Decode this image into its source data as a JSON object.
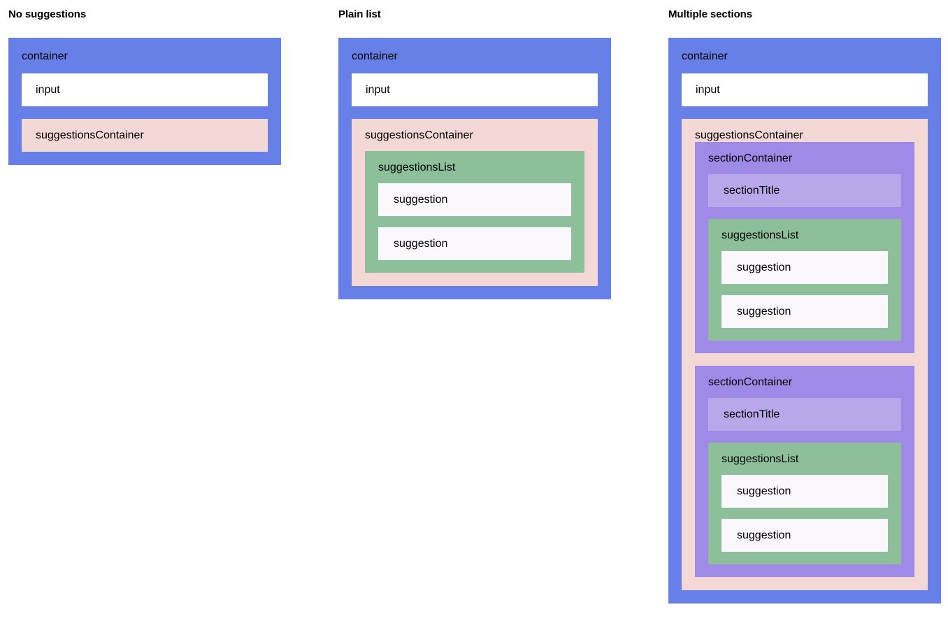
{
  "columns": [
    {
      "heading": "No suggestions",
      "container": {
        "label": "container",
        "input": {
          "label": "input"
        },
        "suggestions_container": {
          "label": "suggestionsContainer",
          "empty": true,
          "lists": [],
          "sections": []
        }
      }
    },
    {
      "heading": "Plain list",
      "container": {
        "label": "container",
        "input": {
          "label": "input"
        },
        "suggestions_container": {
          "label": "suggestionsContainer",
          "empty": false,
          "lists": [
            {
              "label": "suggestionsList",
              "suggestions": [
                {
                  "label": "suggestion"
                },
                {
                  "label": "suggestion"
                }
              ]
            }
          ],
          "sections": []
        }
      }
    },
    {
      "heading": "Multiple sections",
      "container": {
        "label": "container",
        "input": {
          "label": "input"
        },
        "suggestions_container": {
          "label": "suggestionsContainer",
          "empty": false,
          "lists": [],
          "sections": [
            {
              "label": "sectionContainer",
              "title": {
                "label": "sectionTitle"
              },
              "list": {
                "label": "suggestionsList",
                "suggestions": [
                  {
                    "label": "suggestion"
                  },
                  {
                    "label": "suggestion"
                  }
                ]
              }
            },
            {
              "label": "sectionContainer",
              "title": {
                "label": "sectionTitle"
              },
              "list": {
                "label": "suggestionsList",
                "suggestions": [
                  {
                    "label": "suggestion"
                  },
                  {
                    "label": "suggestion"
                  }
                ]
              }
            }
          ]
        }
      }
    }
  ],
  "colors": {
    "container": "#6680e8",
    "input": "#ffffff",
    "suggestions_container": "#f3d8d6",
    "suggestions_list": "#8cbf9a",
    "suggestion": "#faf7fd",
    "section_container": "#a08ae8",
    "section_title": "#b8a8ea",
    "page_background": "#ffffff",
    "text": "#000000"
  }
}
